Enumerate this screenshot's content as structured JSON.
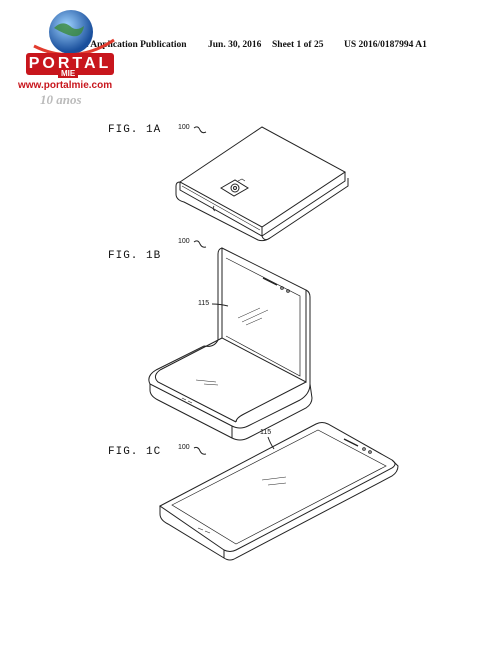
{
  "header": {
    "title": "Patent Application Publication",
    "date": "Jun. 30, 2016",
    "sheet": "Sheet 1 of 25",
    "number": "US 2016/0187994 A1"
  },
  "watermark": {
    "brand": "PORTAL",
    "sub": "MIE",
    "url": "www.portalmie.com",
    "anniversary": "10 anos"
  },
  "figures": [
    {
      "label": "FIG. 1A",
      "refs": [
        "100"
      ]
    },
    {
      "label": "FIG. 1B",
      "refs": [
        "100",
        "115"
      ]
    },
    {
      "label": "FIG. 1C",
      "refs": [
        "100",
        "115"
      ]
    }
  ]
}
